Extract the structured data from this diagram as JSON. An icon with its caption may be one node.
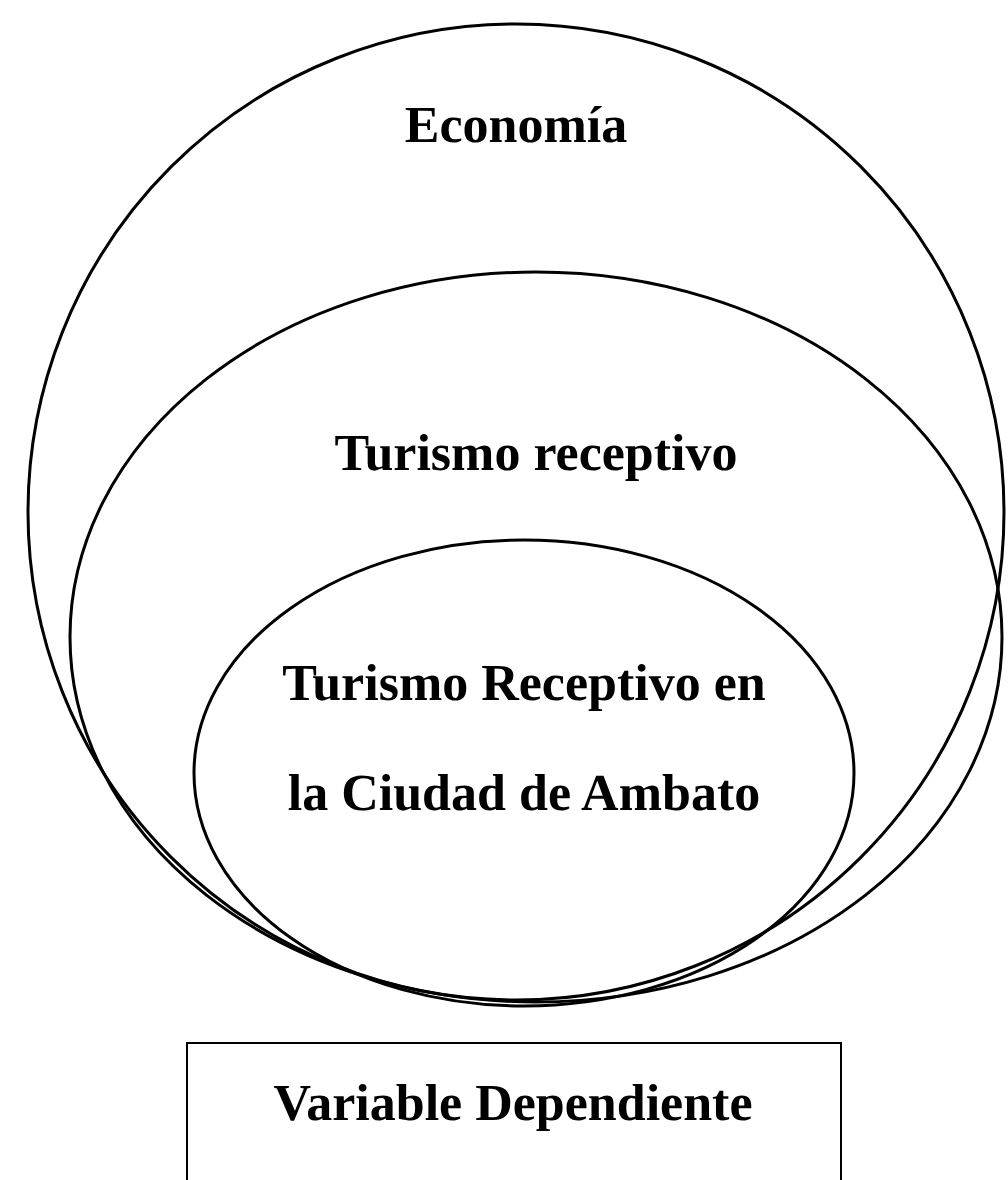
{
  "diagram": {
    "nodes": [
      {
        "text": [
          "Economía"
        ]
      },
      {
        "text": [
          "Turismo receptivo"
        ],
        "in": 0
      },
      {
        "text": [
          "Turismo Receptivo en la Ciudad de Ambato"
        ],
        "in": 1
      },
      {
        "text": [
          "Variable Dependiente"
        ]
      }
    ]
  }
}
